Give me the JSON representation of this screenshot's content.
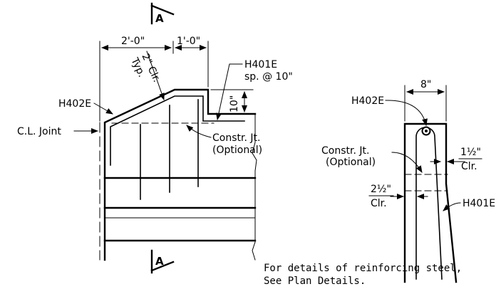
{
  "section_marks": {
    "top": "A",
    "bottom": "A"
  },
  "elevation": {
    "dim_width_left": "2'-0\"",
    "dim_width_right": "1'-0\"",
    "cover_clear": "2\" Clr.",
    "cover_typ": "Typ.",
    "bar_spacing_label": "H401E",
    "bar_spacing_value": "sp. @ 10\"",
    "height_dim": "10\"",
    "bar_label": "H402E",
    "joint_label": "C.L. Joint",
    "construction_joint": "Constr. Jt.",
    "construction_joint_note": "(Optional)"
  },
  "section": {
    "width_dim": "8\"",
    "top_bar_label": "H402E",
    "construction_joint": "Constr. Jt.",
    "construction_joint_note": "(Optional)",
    "right_clear_value": "1½\"",
    "right_clear_unit": "Clr.",
    "left_clear_value": "2½\"",
    "left_clear_unit": "Clr.",
    "side_bar_label": "H401E"
  },
  "footnote": {
    "line1": "For details of reinforcing steel,",
    "line2": "See Plan Details."
  }
}
